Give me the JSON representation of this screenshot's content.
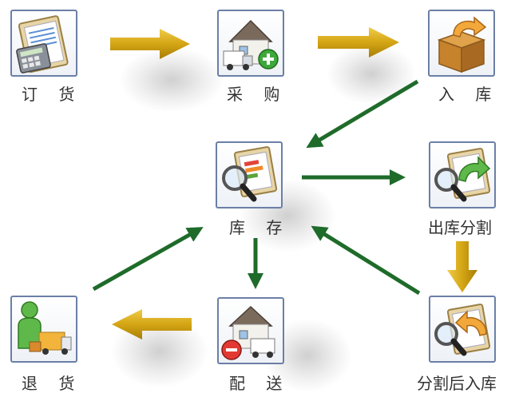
{
  "nodes": {
    "order": {
      "label": "订 货",
      "icon": "order-clipboard-calculator-icon"
    },
    "purchase": {
      "label": "采 购",
      "icon": "purchase-warehouse-plus-icon"
    },
    "inbound": {
      "label": "入 库",
      "icon": "inbound-box-icon"
    },
    "inventory": {
      "label": "库 存",
      "icon": "inventory-magnifier-chart-icon"
    },
    "outbound_split": {
      "label": "出库分割",
      "icon": "outbound-split-clipboard-arrow-icon"
    },
    "return_goods": {
      "label": "退 货",
      "icon": "return-person-truck-icon"
    },
    "delivery": {
      "label": "配 送",
      "icon": "delivery-warehouse-minus-icon"
    },
    "split_inbound": {
      "label": "分割后入库",
      "icon": "split-inbound-clipboard-arrow-icon"
    }
  },
  "colors": {
    "gold_arrow": "#d4a514",
    "green_arrow": "#1f6b2a",
    "tile_border": "#6b7fa6",
    "label_text": "#333333"
  }
}
